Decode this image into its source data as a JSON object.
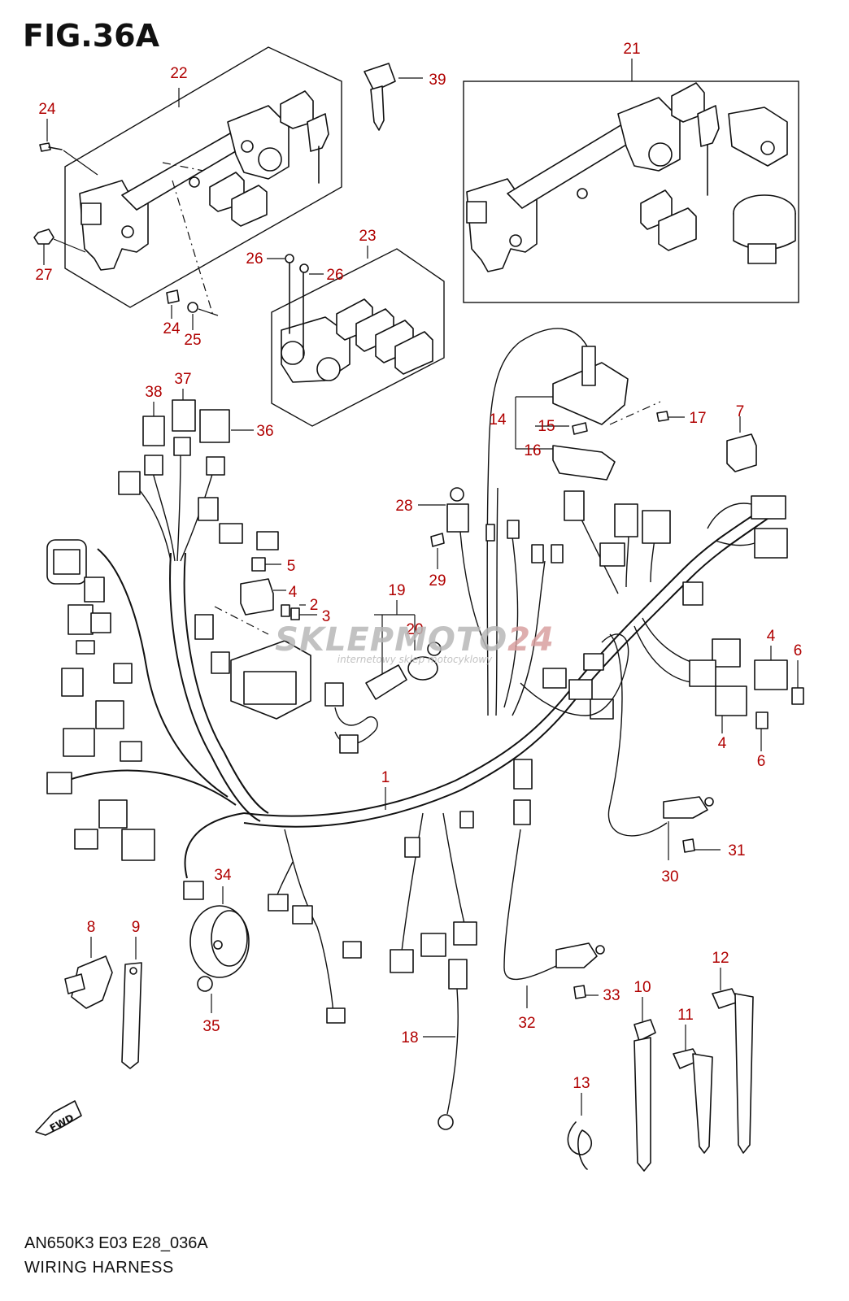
{
  "figure": {
    "title": "FIG.36A",
    "code": "AN650K3 E03 E28_036A",
    "name": "WIRING HARNESS",
    "fwd_label": "FWD"
  },
  "watermark": {
    "brand": "SKLEPMOTO",
    "brand_suffix": "24",
    "tagline": "internetowy sklep motocyklowy"
  },
  "callouts": [
    {
      "id": "c22",
      "label": "22"
    },
    {
      "id": "c24a",
      "label": "24"
    },
    {
      "id": "c27",
      "label": "27"
    },
    {
      "id": "c24b",
      "label": "24"
    },
    {
      "id": "c25",
      "label": "25"
    },
    {
      "id": "c39",
      "label": "39"
    },
    {
      "id": "c21",
      "label": "21"
    },
    {
      "id": "c23",
      "label": "23"
    },
    {
      "id": "c26a",
      "label": "26"
    },
    {
      "id": "c26b",
      "label": "26"
    },
    {
      "id": "c38",
      "label": "38"
    },
    {
      "id": "c37",
      "label": "37"
    },
    {
      "id": "c36",
      "label": "36"
    },
    {
      "id": "c14",
      "label": "14"
    },
    {
      "id": "c15",
      "label": "15"
    },
    {
      "id": "c16",
      "label": "16"
    },
    {
      "id": "c17",
      "label": "17"
    },
    {
      "id": "c7",
      "label": "7"
    },
    {
      "id": "c28",
      "label": "28"
    },
    {
      "id": "c29",
      "label": "29"
    },
    {
      "id": "c5",
      "label": "5"
    },
    {
      "id": "c4a",
      "label": "4"
    },
    {
      "id": "c2",
      "label": "2"
    },
    {
      "id": "c3",
      "label": "3"
    },
    {
      "id": "c19",
      "label": "19"
    },
    {
      "id": "c20",
      "label": "20"
    },
    {
      "id": "c4b",
      "label": "4"
    },
    {
      "id": "c6a",
      "label": "6"
    },
    {
      "id": "c4c",
      "label": "4"
    },
    {
      "id": "c6b",
      "label": "6"
    },
    {
      "id": "c1",
      "label": "1"
    },
    {
      "id": "c31",
      "label": "31"
    },
    {
      "id": "c30",
      "label": "30"
    },
    {
      "id": "c34",
      "label": "34"
    },
    {
      "id": "c8",
      "label": "8"
    },
    {
      "id": "c9",
      "label": "9"
    },
    {
      "id": "c35",
      "label": "35"
    },
    {
      "id": "c18",
      "label": "18"
    },
    {
      "id": "c32",
      "label": "32"
    },
    {
      "id": "c33",
      "label": "33"
    },
    {
      "id": "c10",
      "label": "10"
    },
    {
      "id": "c11",
      "label": "11"
    },
    {
      "id": "c12",
      "label": "12"
    },
    {
      "id": "c13",
      "label": "13"
    }
  ]
}
